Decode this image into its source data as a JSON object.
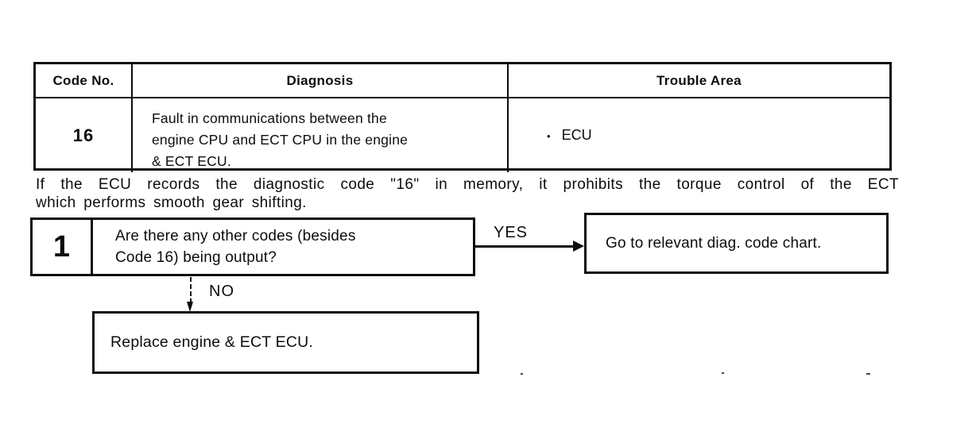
{
  "table": {
    "headers": [
      "Code No.",
      "Diagnosis",
      "Trouble Area"
    ],
    "row": {
      "code": "16",
      "diagnosis_lines": [
        "Fault in communications between the",
        "engine CPU and ECT CPU in the engine",
        "& ECT ECU."
      ],
      "bullet": "•",
      "trouble_area": "ECU"
    }
  },
  "note": {
    "line1": "If the ECU records the diagnostic code \"16\" in memory, it prohibits the torque control of the ECT",
    "line2": "which performs smooth gear shifting."
  },
  "flowchart": {
    "step1": {
      "number": "1",
      "question_lines": [
        "Are there any other codes (besides",
        "Code 16) being output?"
      ]
    },
    "yes_label": "YES",
    "no_label": "NO",
    "yes_result": "Go to relevant diag. code chart.",
    "no_result": "Replace engine & ECT ECU."
  },
  "colors": {
    "ink": "#0d0d0d",
    "paper": "#ffffff"
  }
}
